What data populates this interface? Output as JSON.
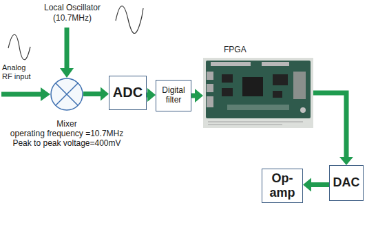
{
  "diagram": {
    "nodes": [
      {
        "text": [
          "Mixer",
          "operating frequency =10.7MHz",
          "Peak to peak voltage=400mV"
        ]
      },
      {
        "text": [
          "ADC"
        ]
      },
      {
        "text": [
          "Digital filter"
        ]
      },
      {
        "text": [
          "FPGA"
        ]
      },
      {
        "text": [
          "DAC"
        ]
      },
      {
        "text": [
          "Op-amp"
        ]
      }
    ],
    "edges": [
      {
        "from": 0,
        "to": 1,
        "arrow": "to"
      },
      {
        "from": 1,
        "to": 2,
        "arrow": "to"
      },
      {
        "from": 2,
        "to": 3,
        "arrow": "to"
      },
      {
        "from": 3,
        "to": 4,
        "arrow": "to"
      },
      {
        "from": 4,
        "to": 5,
        "arrow": "to"
      }
    ],
    "labels": [
      "Local Oscillator (10.7MHz)",
      "Analog RF input"
    ]
  }
}
